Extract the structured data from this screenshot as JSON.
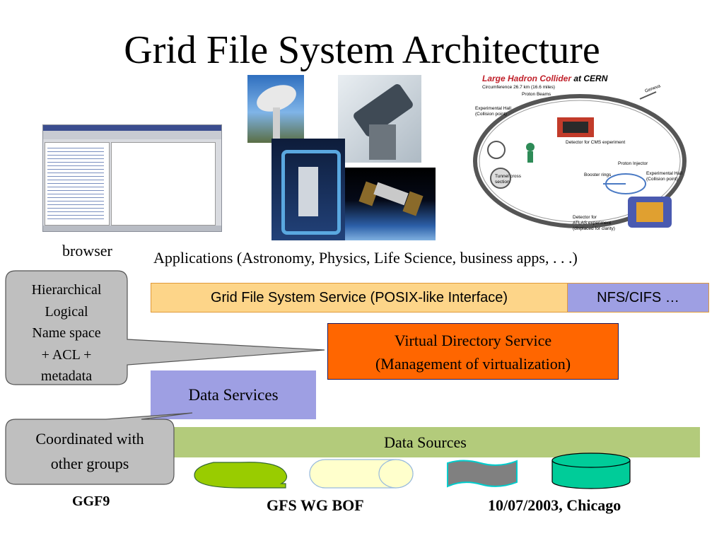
{
  "slide": {
    "title": "Grid File System Architecture",
    "browser_label": "browser",
    "applications_label": "Applications (Astronomy, Physics, Life Science, business apps, . . .)",
    "lhc": {
      "title_red": "Large Hadron Collider",
      "title_black": "at CERN",
      "subtitle": "Circumference 26.7 km (16.6 miles)",
      "labels": {
        "proton_beams": "Proton Beams",
        "hall_left_1": "Experimental Hall",
        "hall_left_2": "(Collision point)",
        "cms": "Detector for CMS experiment",
        "proton_injector": "Proton Injector",
        "booster": "Booster rings",
        "hall_right_1": "Experimental Hall",
        "hall_right_2": "(Collision point)",
        "tunnel_1": "Tunnel cross",
        "tunnel_2": "section",
        "atlas_1": "Detector for",
        "atlas_2": "ATLAS experiment",
        "atlas_3": "(displaced for clarity)",
        "geneva": "Geneva"
      }
    },
    "boxes": {
      "gfs_service": "Grid File System Service (POSIX-like Interface)",
      "nfs_cifs": "NFS/CIFS …",
      "vds_line1": "Virtual Directory Service",
      "vds_line2": "(Management of virtualization)",
      "data_services": "Data Services",
      "data_sources": "Data Sources"
    },
    "callouts": {
      "namespace_lines": [
        "Hierarchical",
        "Logical",
        "Name space",
        "+ ACL +",
        "metadata"
      ],
      "coordinated_lines": [
        "Coordinated with",
        "other groups"
      ]
    },
    "footer": {
      "left": "GGF9",
      "middle": "GFS WG BOF",
      "right": "10/07/2003, Chicago"
    }
  },
  "colors": {
    "gfs_fill": "#fdd589",
    "nfs_fill": "#9e9fe3",
    "vds_fill": "#ff6600",
    "data_services_fill": "#9e9fe3",
    "data_sources_fill": "#b3cb7b",
    "callout_fill": "#bfbfbf",
    "flag_fill": "#99cc00",
    "cylinder_fill": "#00cc99"
  }
}
